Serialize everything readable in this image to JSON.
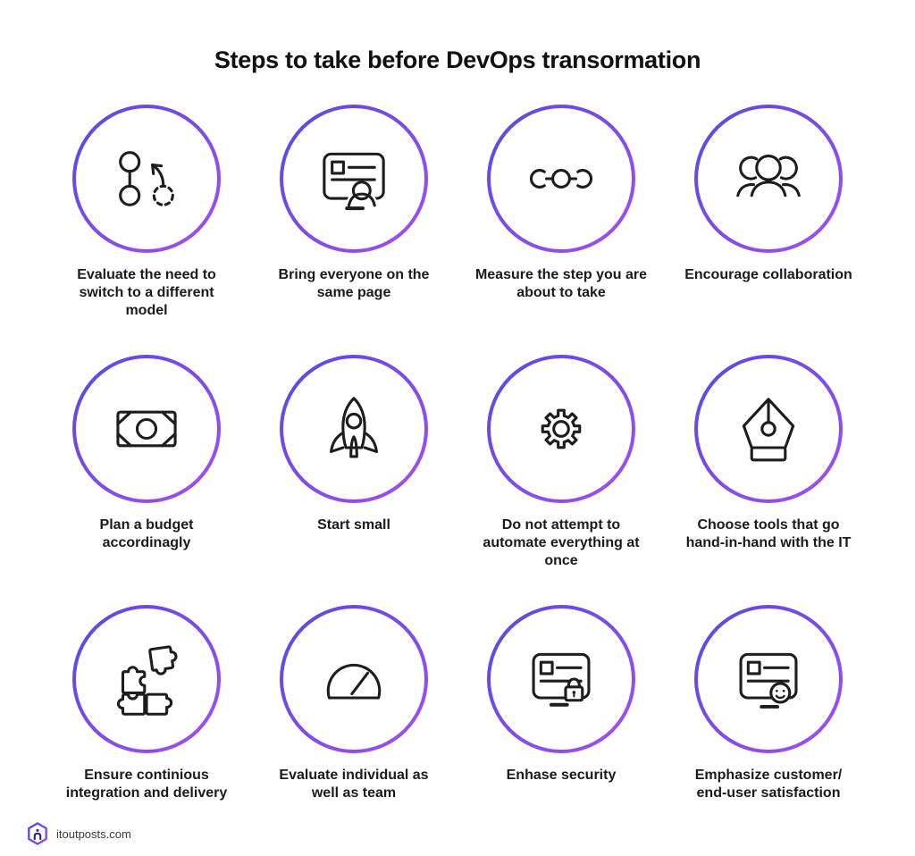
{
  "title": "Steps to take before DevOps transormation",
  "items": [
    {
      "label": "Evaluate the need to switch to a different model",
      "icon": "branch-switch"
    },
    {
      "label": "Bring everyone on the same page",
      "icon": "presentation-card-person"
    },
    {
      "label": "Measure the step you are about to take",
      "icon": "linked-steps"
    },
    {
      "label": "Encourage collaboration",
      "icon": "people-group"
    },
    {
      "label": "Plan a budget accordinagly",
      "icon": "banknote"
    },
    {
      "label": "Start small",
      "icon": "rocket"
    },
    {
      "label": "Do not attempt to automate everything at once",
      "icon": "gear"
    },
    {
      "label": "Choose tools that go hand-in-hand with the IT",
      "icon": "pen-nib"
    },
    {
      "label": "Ensure continious integration and delivery",
      "icon": "puzzle-pieces"
    },
    {
      "label": "Evaluate individual as well as team",
      "icon": "gauge"
    },
    {
      "label": "Enhase security",
      "icon": "secure-card"
    },
    {
      "label": "Emphasize customer/ end-user satisfaction",
      "icon": "smiley-card"
    }
  ],
  "footer": {
    "site": "itoutposts.com"
  },
  "colors": {
    "ring_gradient_start": "#5848e4",
    "ring_gradient_end": "#a64ff2",
    "icon_stroke": "#1d1d1d",
    "title_color": "#111111"
  }
}
